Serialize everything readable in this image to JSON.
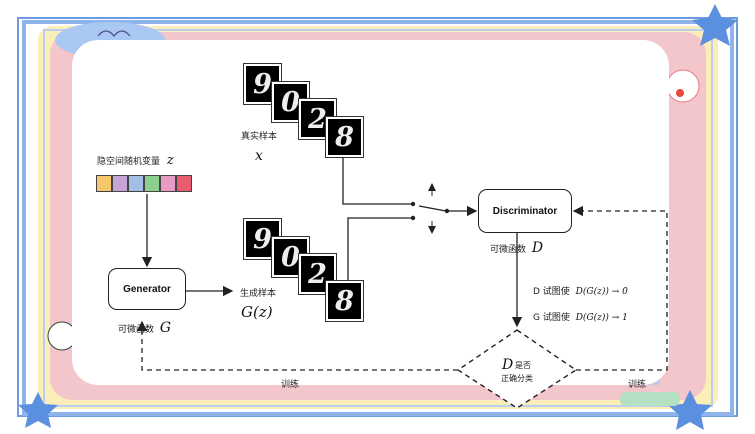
{
  "latent": {
    "label": "隐空间随机变量",
    "symbol": "z",
    "colors": [
      "#f5c66a",
      "#c6a4d8",
      "#a4bde6",
      "#8ed08e",
      "#e79ac4",
      "#e85c6e"
    ]
  },
  "real": {
    "digits": [
      "9",
      "0",
      "2",
      "8"
    ],
    "label": "真实样本",
    "symbol": "x"
  },
  "fake": {
    "digits": [
      "9",
      "0",
      "2",
      "8"
    ],
    "label": "生成样本",
    "symbol": "G(z)"
  },
  "generator": {
    "name": "Generator",
    "caption": "可微函数",
    "symbol": "G"
  },
  "discriminator": {
    "name": "Discriminator",
    "caption": "可微函数",
    "symbol": "D"
  },
  "objectives": {
    "d_goal_prefix": "D 试图使",
    "d_goal_expr": "D(G(z)) → 0",
    "g_goal_prefix": "G 试图使",
    "g_goal_expr": "D(G(z)) → 1"
  },
  "decision": {
    "symbol": "D",
    "text_line1": "是否",
    "text_line2": "正确分类"
  },
  "train_left": "训练",
  "train_right": "训练",
  "colors": {
    "frame_blue": "#6d9be0",
    "frame_pink": "#f3c6cc",
    "frame_yellow": "#fbeeb8",
    "star": "#5b8fe0"
  }
}
